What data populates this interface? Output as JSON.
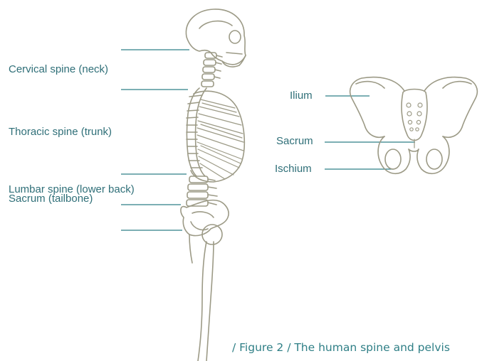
{
  "spine_labels": {
    "cervical": "Cervical spine (neck)",
    "thoracic": "Thoracic spine (trunk)",
    "lumbar": "Lumbar spine (lower back)",
    "sacrum": "Sacrum (tailbone)"
  },
  "pelvis_labels": {
    "ilium": "Ilium",
    "sacrum": "Sacrum",
    "ischium": "Ischium"
  },
  "caption": "/ Figure 2 / The human spine and pelvis",
  "colors": {
    "label_text": "#2f6f78",
    "leader_line": "#2f7f86",
    "bone_outline": "#9c9a86"
  }
}
